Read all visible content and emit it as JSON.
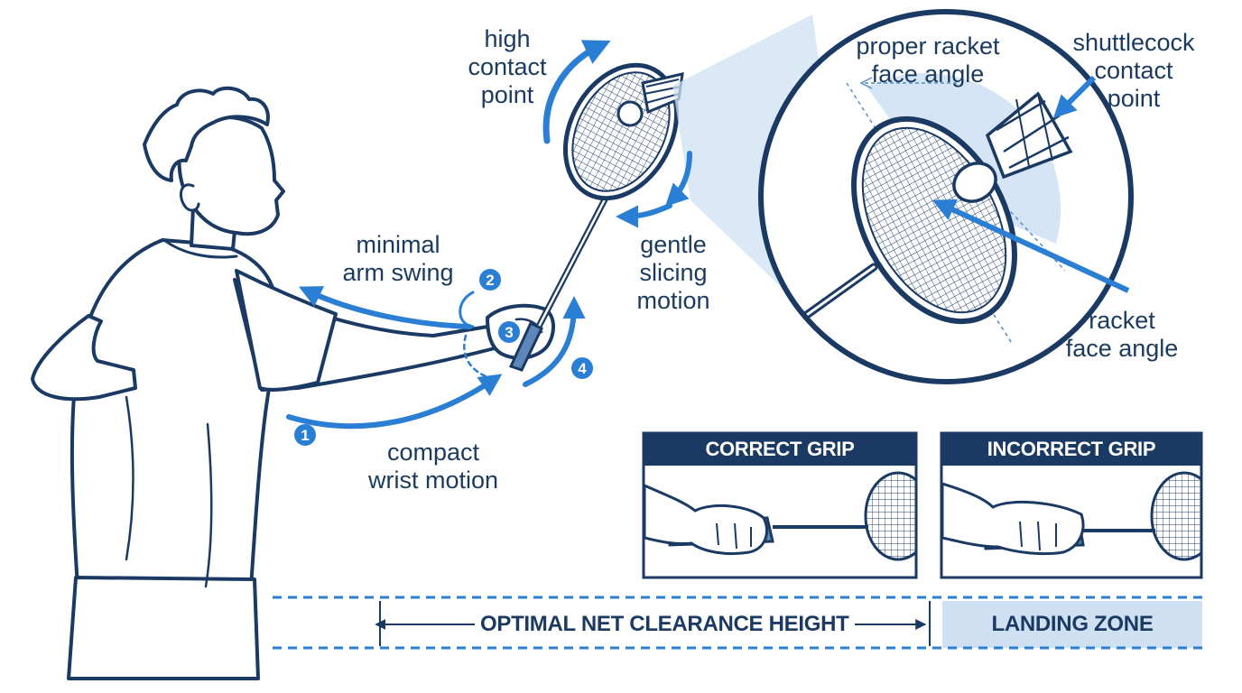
{
  "labels": {
    "high_contact_point": "high\ncontact\npoint",
    "minimal_arm_swing": "minimal\narm swing",
    "gentle_slicing_motion": "gentle\nslicing\nmotion",
    "compact_wrist_motion": "compact\nwrist motion",
    "proper_racket_face_angle": "proper racket\nface angle",
    "shuttlecock_contact_point": "shuttlecock\ncontact\npoint",
    "racket_face_angle": "racket\nface angle"
  },
  "steps": [
    "1",
    "2",
    "3",
    "4"
  ],
  "panels": {
    "correct_grip": "CORRECT GRIP",
    "incorrect_grip": "INCORRECT GRIP"
  },
  "bottom": {
    "net_clearance": "OPTIMAL NET CLEARANCE HEIGHT",
    "landing_zone": "LANDING ZONE"
  },
  "colors": {
    "navy": "#1b3a63",
    "accent_blue": "#2a7fd4",
    "light_blue": "#cfe0f3"
  }
}
